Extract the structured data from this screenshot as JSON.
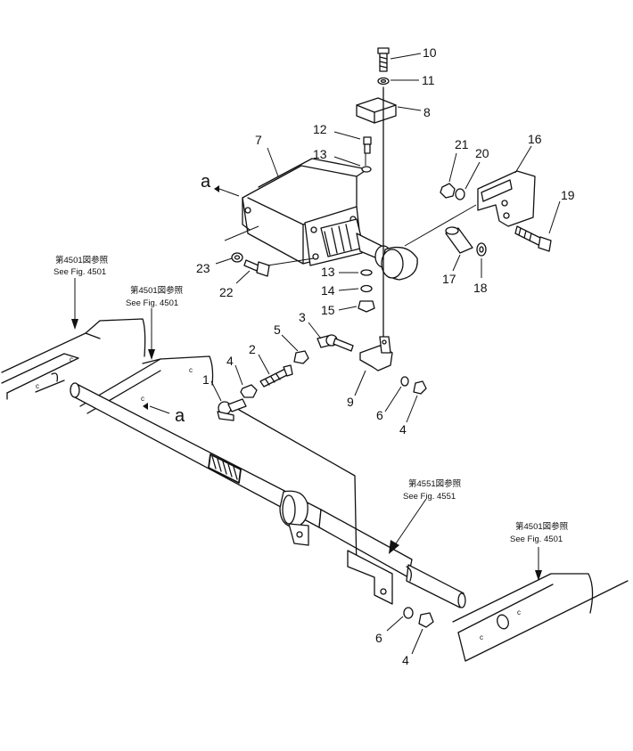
{
  "callouts": [
    {
      "id": "10",
      "label": "10"
    },
    {
      "id": "11",
      "label": "11"
    },
    {
      "id": "8",
      "label": "8"
    },
    {
      "id": "12",
      "label": "12"
    },
    {
      "id": "7",
      "label": "7"
    },
    {
      "id": "13a",
      "label": "13"
    },
    {
      "id": "21",
      "label": "21"
    },
    {
      "id": "20",
      "label": "20"
    },
    {
      "id": "16",
      "label": "16"
    },
    {
      "id": "19",
      "label": "19"
    },
    {
      "id": "23",
      "label": "23"
    },
    {
      "id": "22",
      "label": "22"
    },
    {
      "id": "13b",
      "label": "13"
    },
    {
      "id": "14",
      "label": "14"
    },
    {
      "id": "15",
      "label": "15"
    },
    {
      "id": "17",
      "label": "17"
    },
    {
      "id": "18",
      "label": "18"
    },
    {
      "id": "5",
      "label": "5"
    },
    {
      "id": "3",
      "label": "3"
    },
    {
      "id": "2",
      "label": "2"
    },
    {
      "id": "4a",
      "label": "4"
    },
    {
      "id": "1",
      "label": "1"
    },
    {
      "id": "9",
      "label": "9"
    },
    {
      "id": "6a",
      "label": "6"
    },
    {
      "id": "4b",
      "label": "4"
    },
    {
      "id": "6b",
      "label": "6"
    },
    {
      "id": "4c",
      "label": "4"
    }
  ],
  "view_markers": [
    {
      "id": "a1",
      "label": "a"
    },
    {
      "id": "a2",
      "label": "a"
    }
  ],
  "references": [
    {
      "id": "ref-4501-left",
      "jp": "第4501図参照",
      "en": "See Fig. 4501"
    },
    {
      "id": "ref-4501-mid",
      "jp": "第4501図参照",
      "en": "See Fig. 4501"
    },
    {
      "id": "ref-4551",
      "jp": "第4551図参照",
      "en": "See Fig. 4551"
    },
    {
      "id": "ref-4501-right",
      "jp": "第4501図参照",
      "en": "See Fig. 4501"
    }
  ]
}
